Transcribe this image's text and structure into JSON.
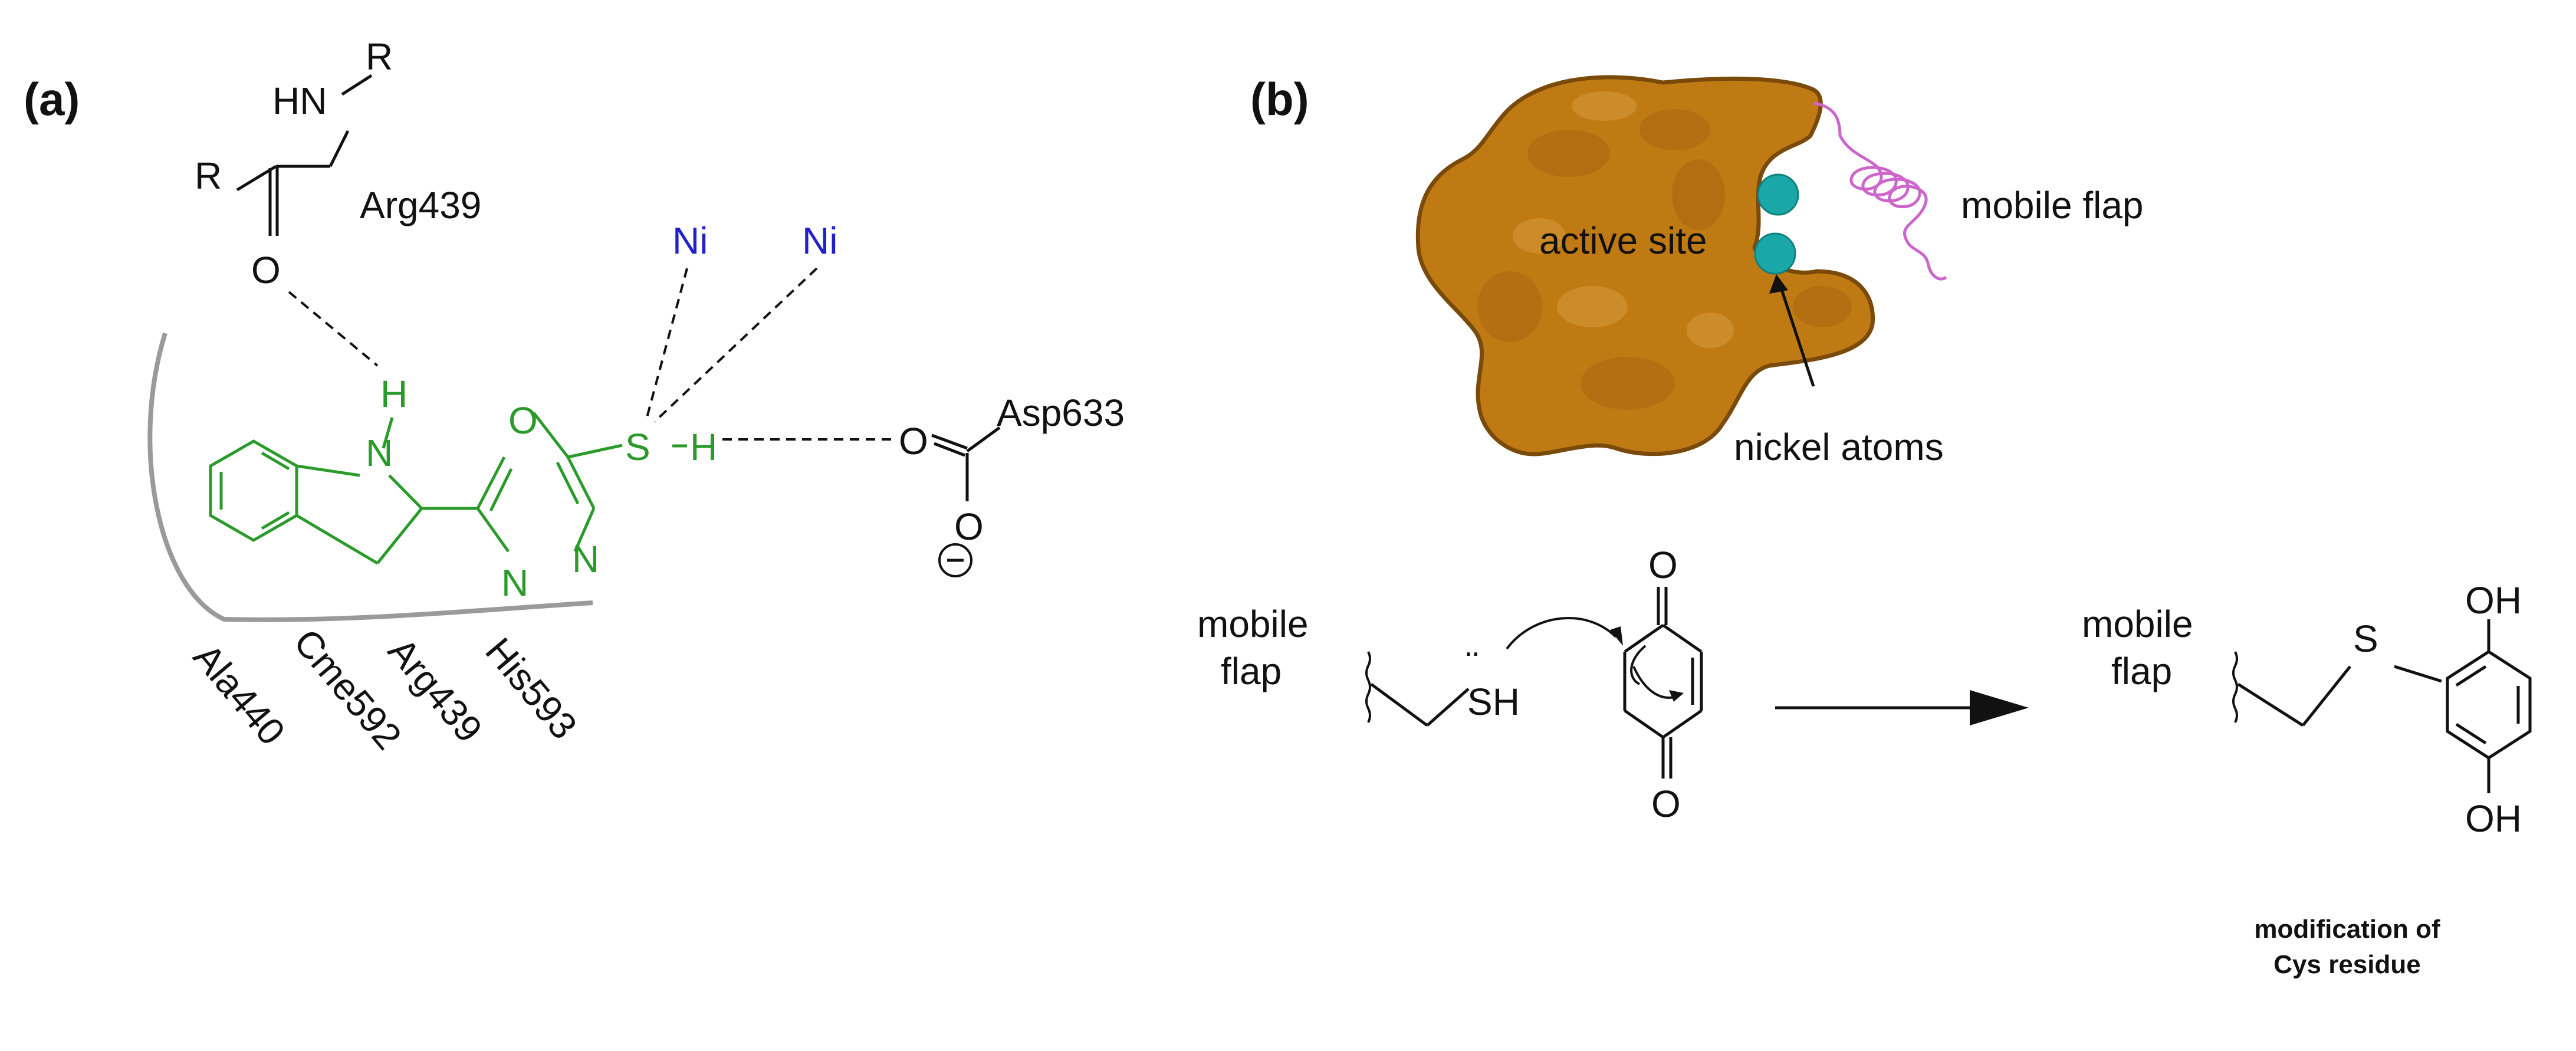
{
  "colors": {
    "ink": "#111111",
    "ligand_green": "#2a9a2a",
    "nickel_blue": "#2121cc",
    "protein_orange": "#c07a14",
    "protein_outline": "#7a4a0a",
    "nickel_teal": "#1aa7a7",
    "flap_pink": "#cc66cc",
    "pocket_grey": "#9a9a9a"
  },
  "panel_a": {
    "label": "(a)",
    "amide": {
      "hn": "HN",
      "r_top": "R",
      "r_left": "R",
      "o": "O",
      "residue": "Arg439"
    },
    "nickel_1": "Ni",
    "nickel_2": "Ni",
    "ligand": {
      "nh_n": "N",
      "nh_h": "H",
      "ring_o": "O",
      "ring_n1": "N",
      "ring_n2": "N",
      "s": "S",
      "sh_h": "H"
    },
    "asp": {
      "residue": "Asp633",
      "o_top": "O",
      "o_bottom": "O",
      "charge": "⊖"
    },
    "pocket_residues": [
      "Ala440",
      "Cme592",
      "Arg439",
      "His593"
    ]
  },
  "panel_b": {
    "label": "(b)",
    "active_site_label": "active site",
    "flap_label": "mobile flap",
    "nickel_label": "nickel atoms",
    "reactant_flap_line1": "mobile",
    "reactant_flap_line2": "flap",
    "thiol": "SH",
    "thiol_lone_pair": "¨",
    "quinone_o_top": "O",
    "quinone_o_bottom": "O",
    "product_flap_line1": "mobile",
    "product_flap_line2": "flap",
    "product_s": "S",
    "product_oh_top": "OH",
    "product_oh_bottom": "OH",
    "caption_line1": "modification of",
    "caption_line2": "Cys residue"
  }
}
